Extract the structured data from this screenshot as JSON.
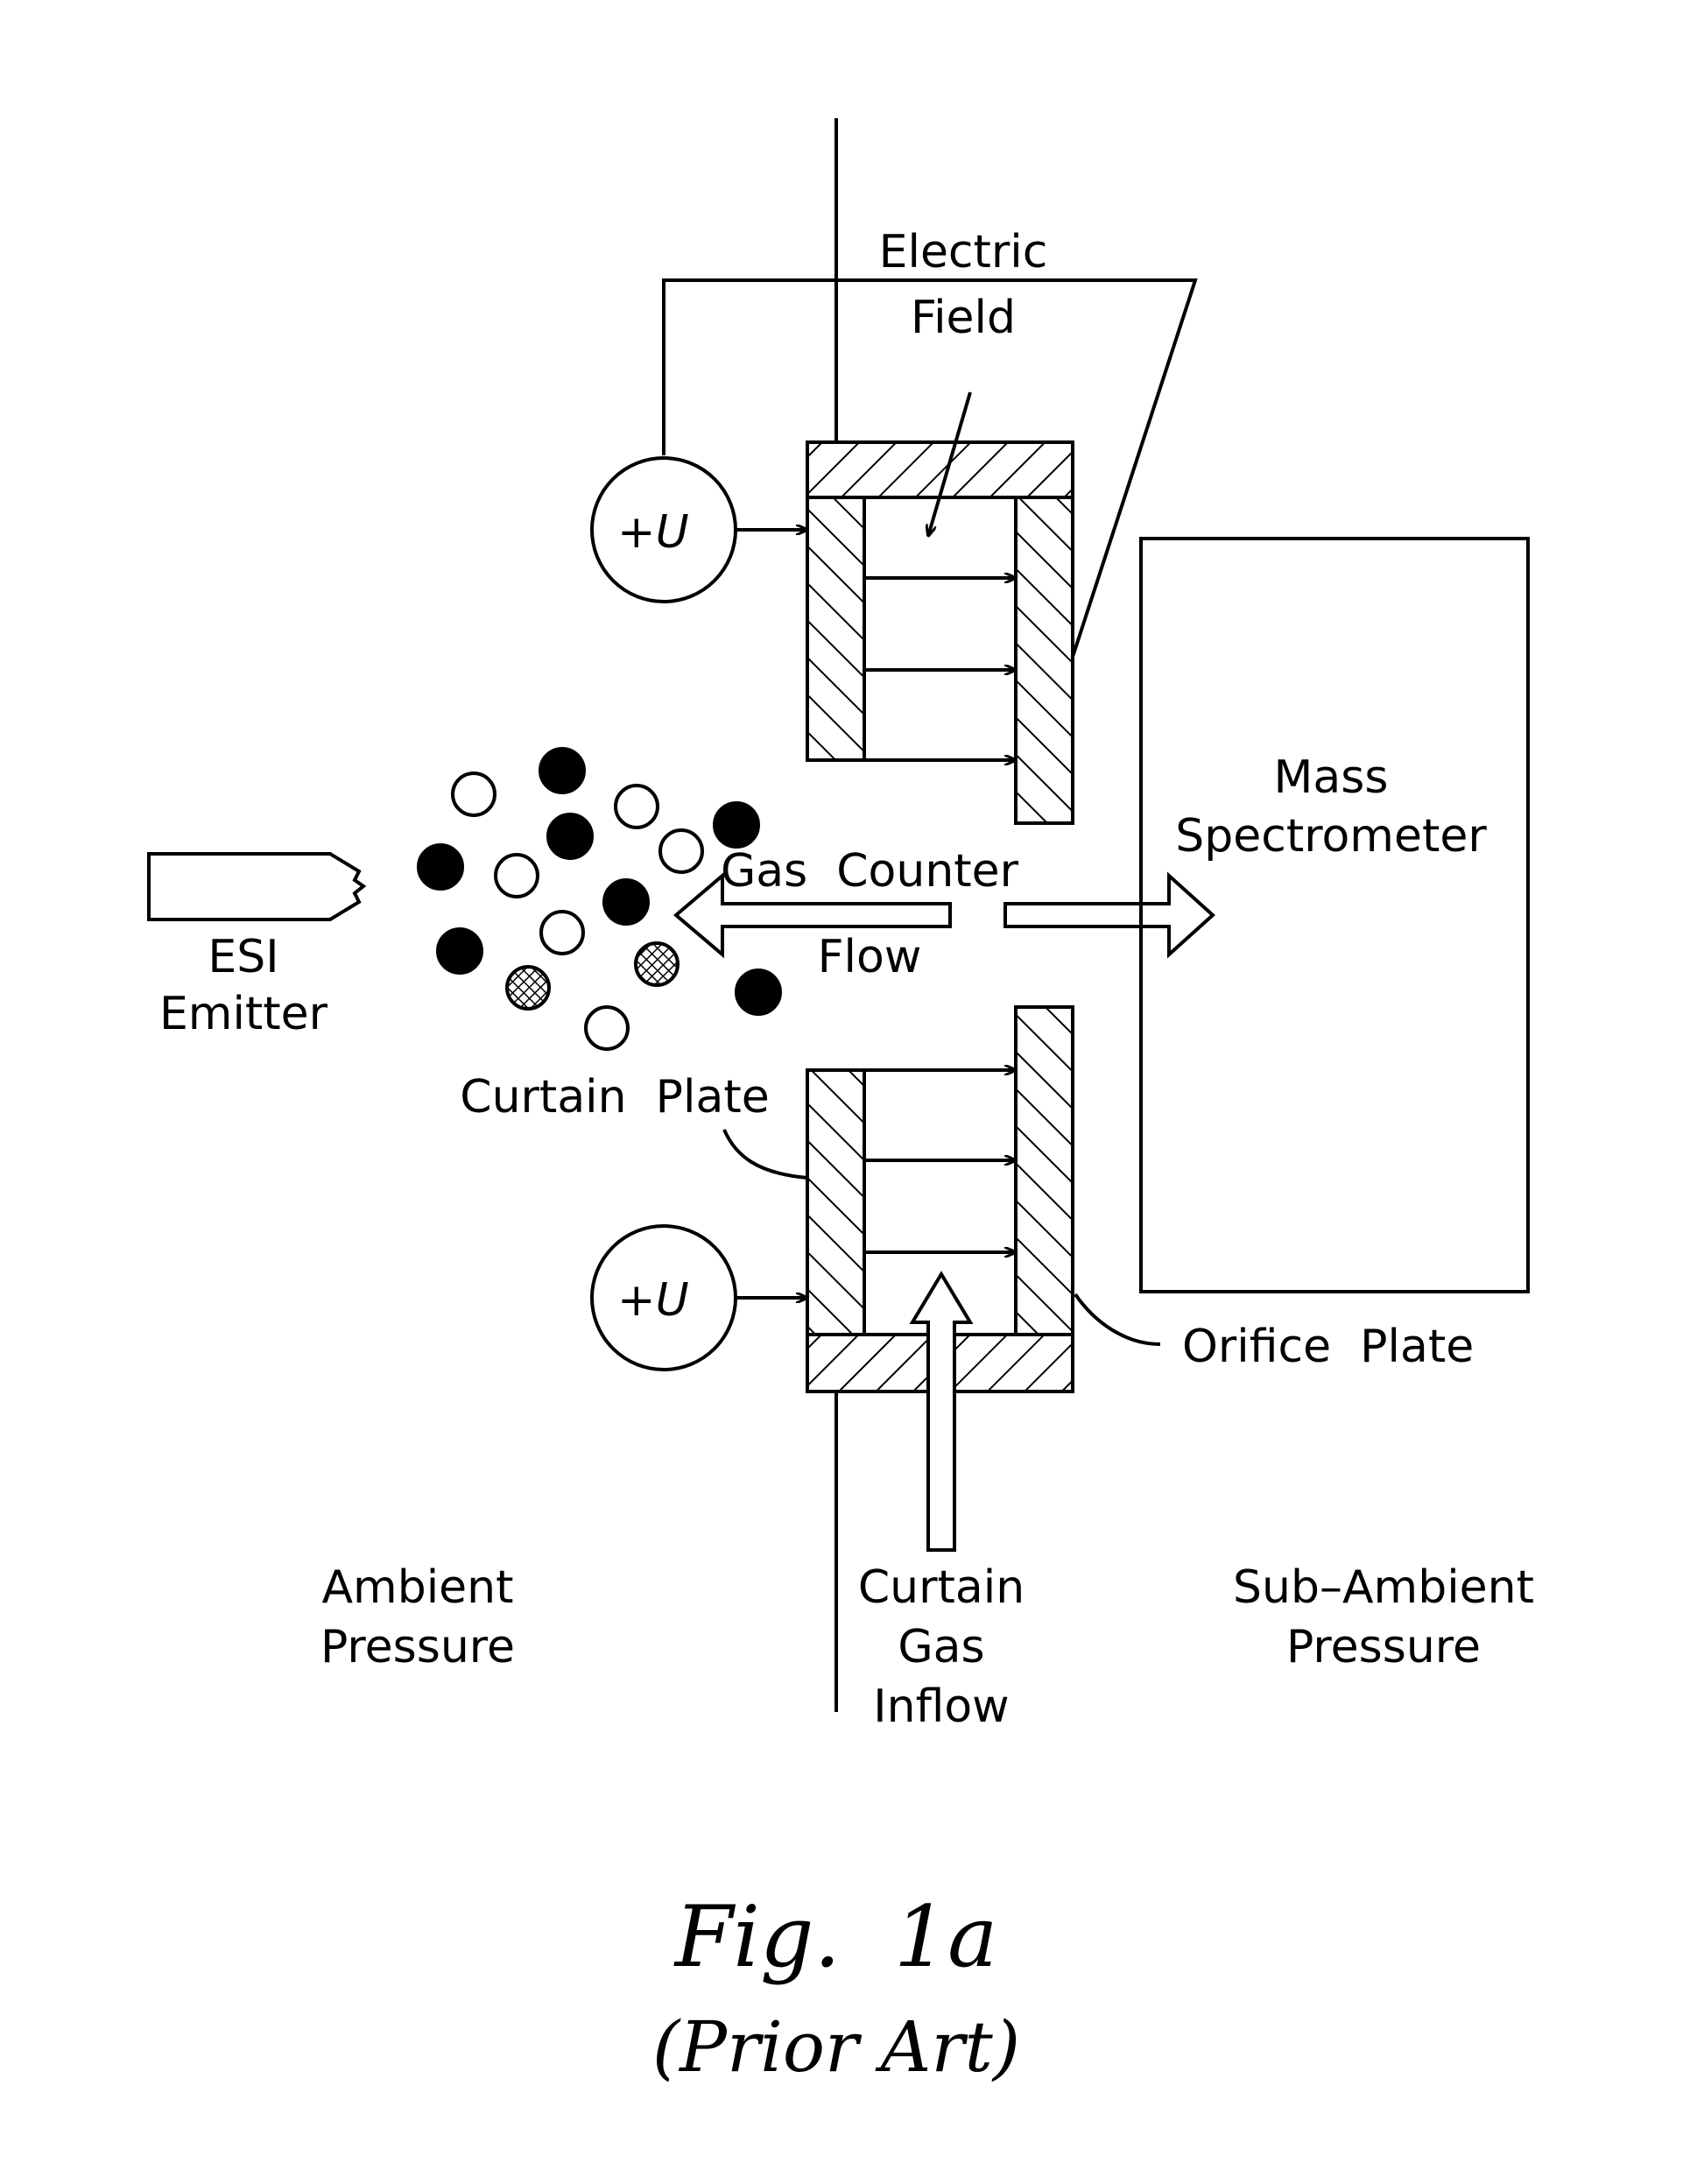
{
  "labels": {
    "electric_field_1": "Electric",
    "electric_field_2": "Field",
    "voltage_top": "+U",
    "voltage_bottom": "+U",
    "mass_spec_1": "Mass",
    "mass_spec_2": "Spectrometer",
    "gas_counter_1": "Gas  Counter",
    "gas_counter_2": "Flow",
    "esi_1": "ESI",
    "esi_2": "Emitter",
    "curtain_plate": "Curtain  Plate",
    "orifice_plate": "Orifice  Plate",
    "ambient_1": "Ambient",
    "ambient_2": "Pressure",
    "curtain_gas_1": "Curtain",
    "curtain_gas_2": "Gas",
    "curtain_gas_3": "Inflow",
    "sub_ambient_1": "Sub–Ambient",
    "sub_ambient_2": "Pressure"
  },
  "caption": {
    "figure": "Fig.  1a",
    "note": "(Prior Art)"
  },
  "colors": {
    "ink": "#000000",
    "paper": "#ffffff"
  }
}
